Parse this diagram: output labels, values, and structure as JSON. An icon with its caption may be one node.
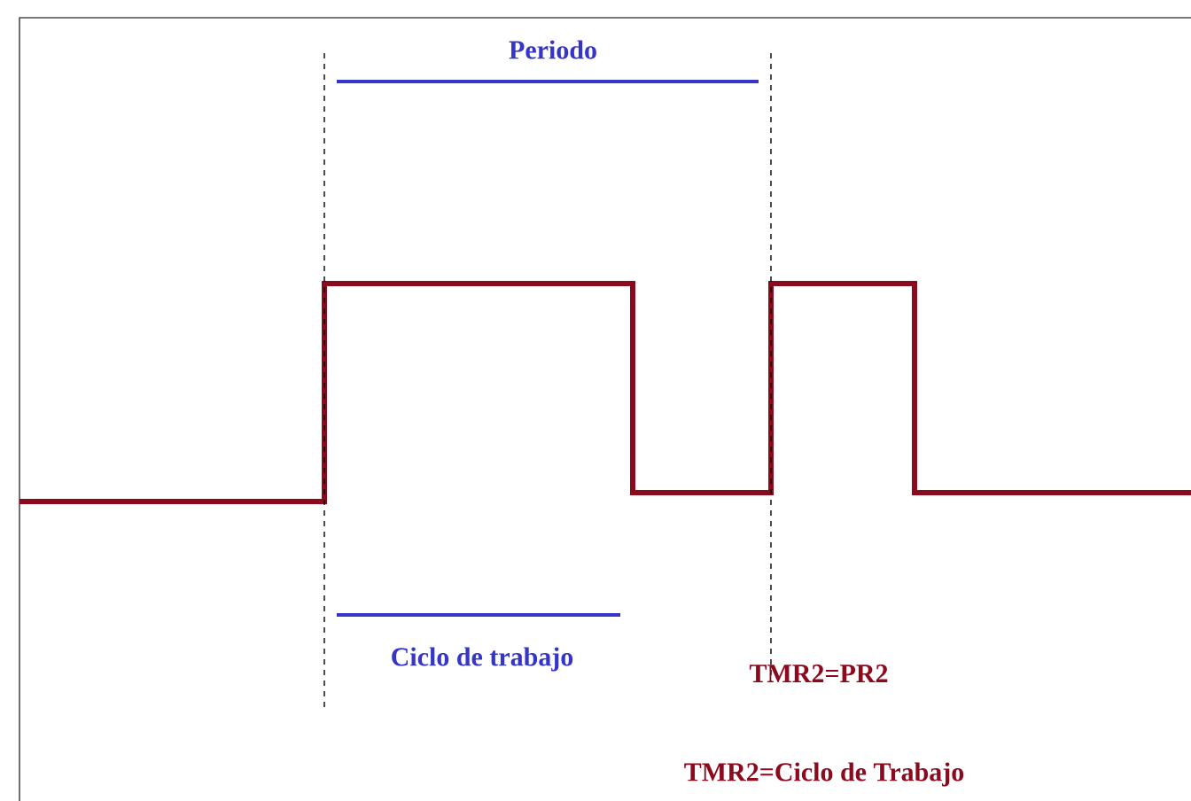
{
  "diagram": {
    "labels": [
      "Periodo",
      "Ciclo de trabajo",
      "TMR2=PR2",
      "TMR2=Ciclo de Trabajo"
    ]
  }
}
